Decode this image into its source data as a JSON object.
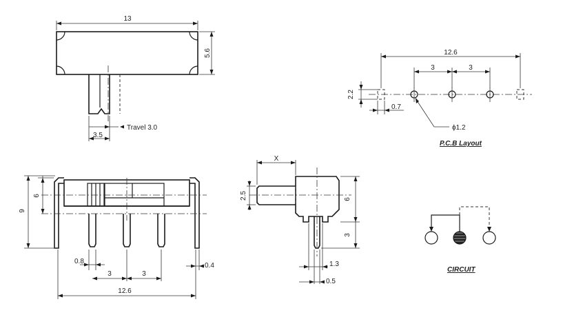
{
  "top_view": {
    "width_dim": "13",
    "height_dim": "5.6",
    "actuator_dim": "3.5",
    "travel_label": "Travel 3.0"
  },
  "pcb_layout": {
    "overall_dim": "12.6",
    "pitch_left": "3",
    "pitch_right": "3",
    "slot_height": "2.2",
    "slot_width": "0.7",
    "hole_label": "ϕ1.2",
    "title": "P.C.B Layout"
  },
  "front_view": {
    "height_dim": "9",
    "body_dim": "6",
    "pin_width": "0.8",
    "pitch_left": "3",
    "pitch_right": "3",
    "tab_width": "0.4",
    "overall_dim": "12.6"
  },
  "side_view": {
    "x_label": "X",
    "actuator_height": "2.5",
    "body_height": "6",
    "pin_length": "3",
    "pin_width_dim": "1.3",
    "pin_thickness_dim": "0.5"
  },
  "circuit": {
    "title": "CIRCUIT"
  }
}
